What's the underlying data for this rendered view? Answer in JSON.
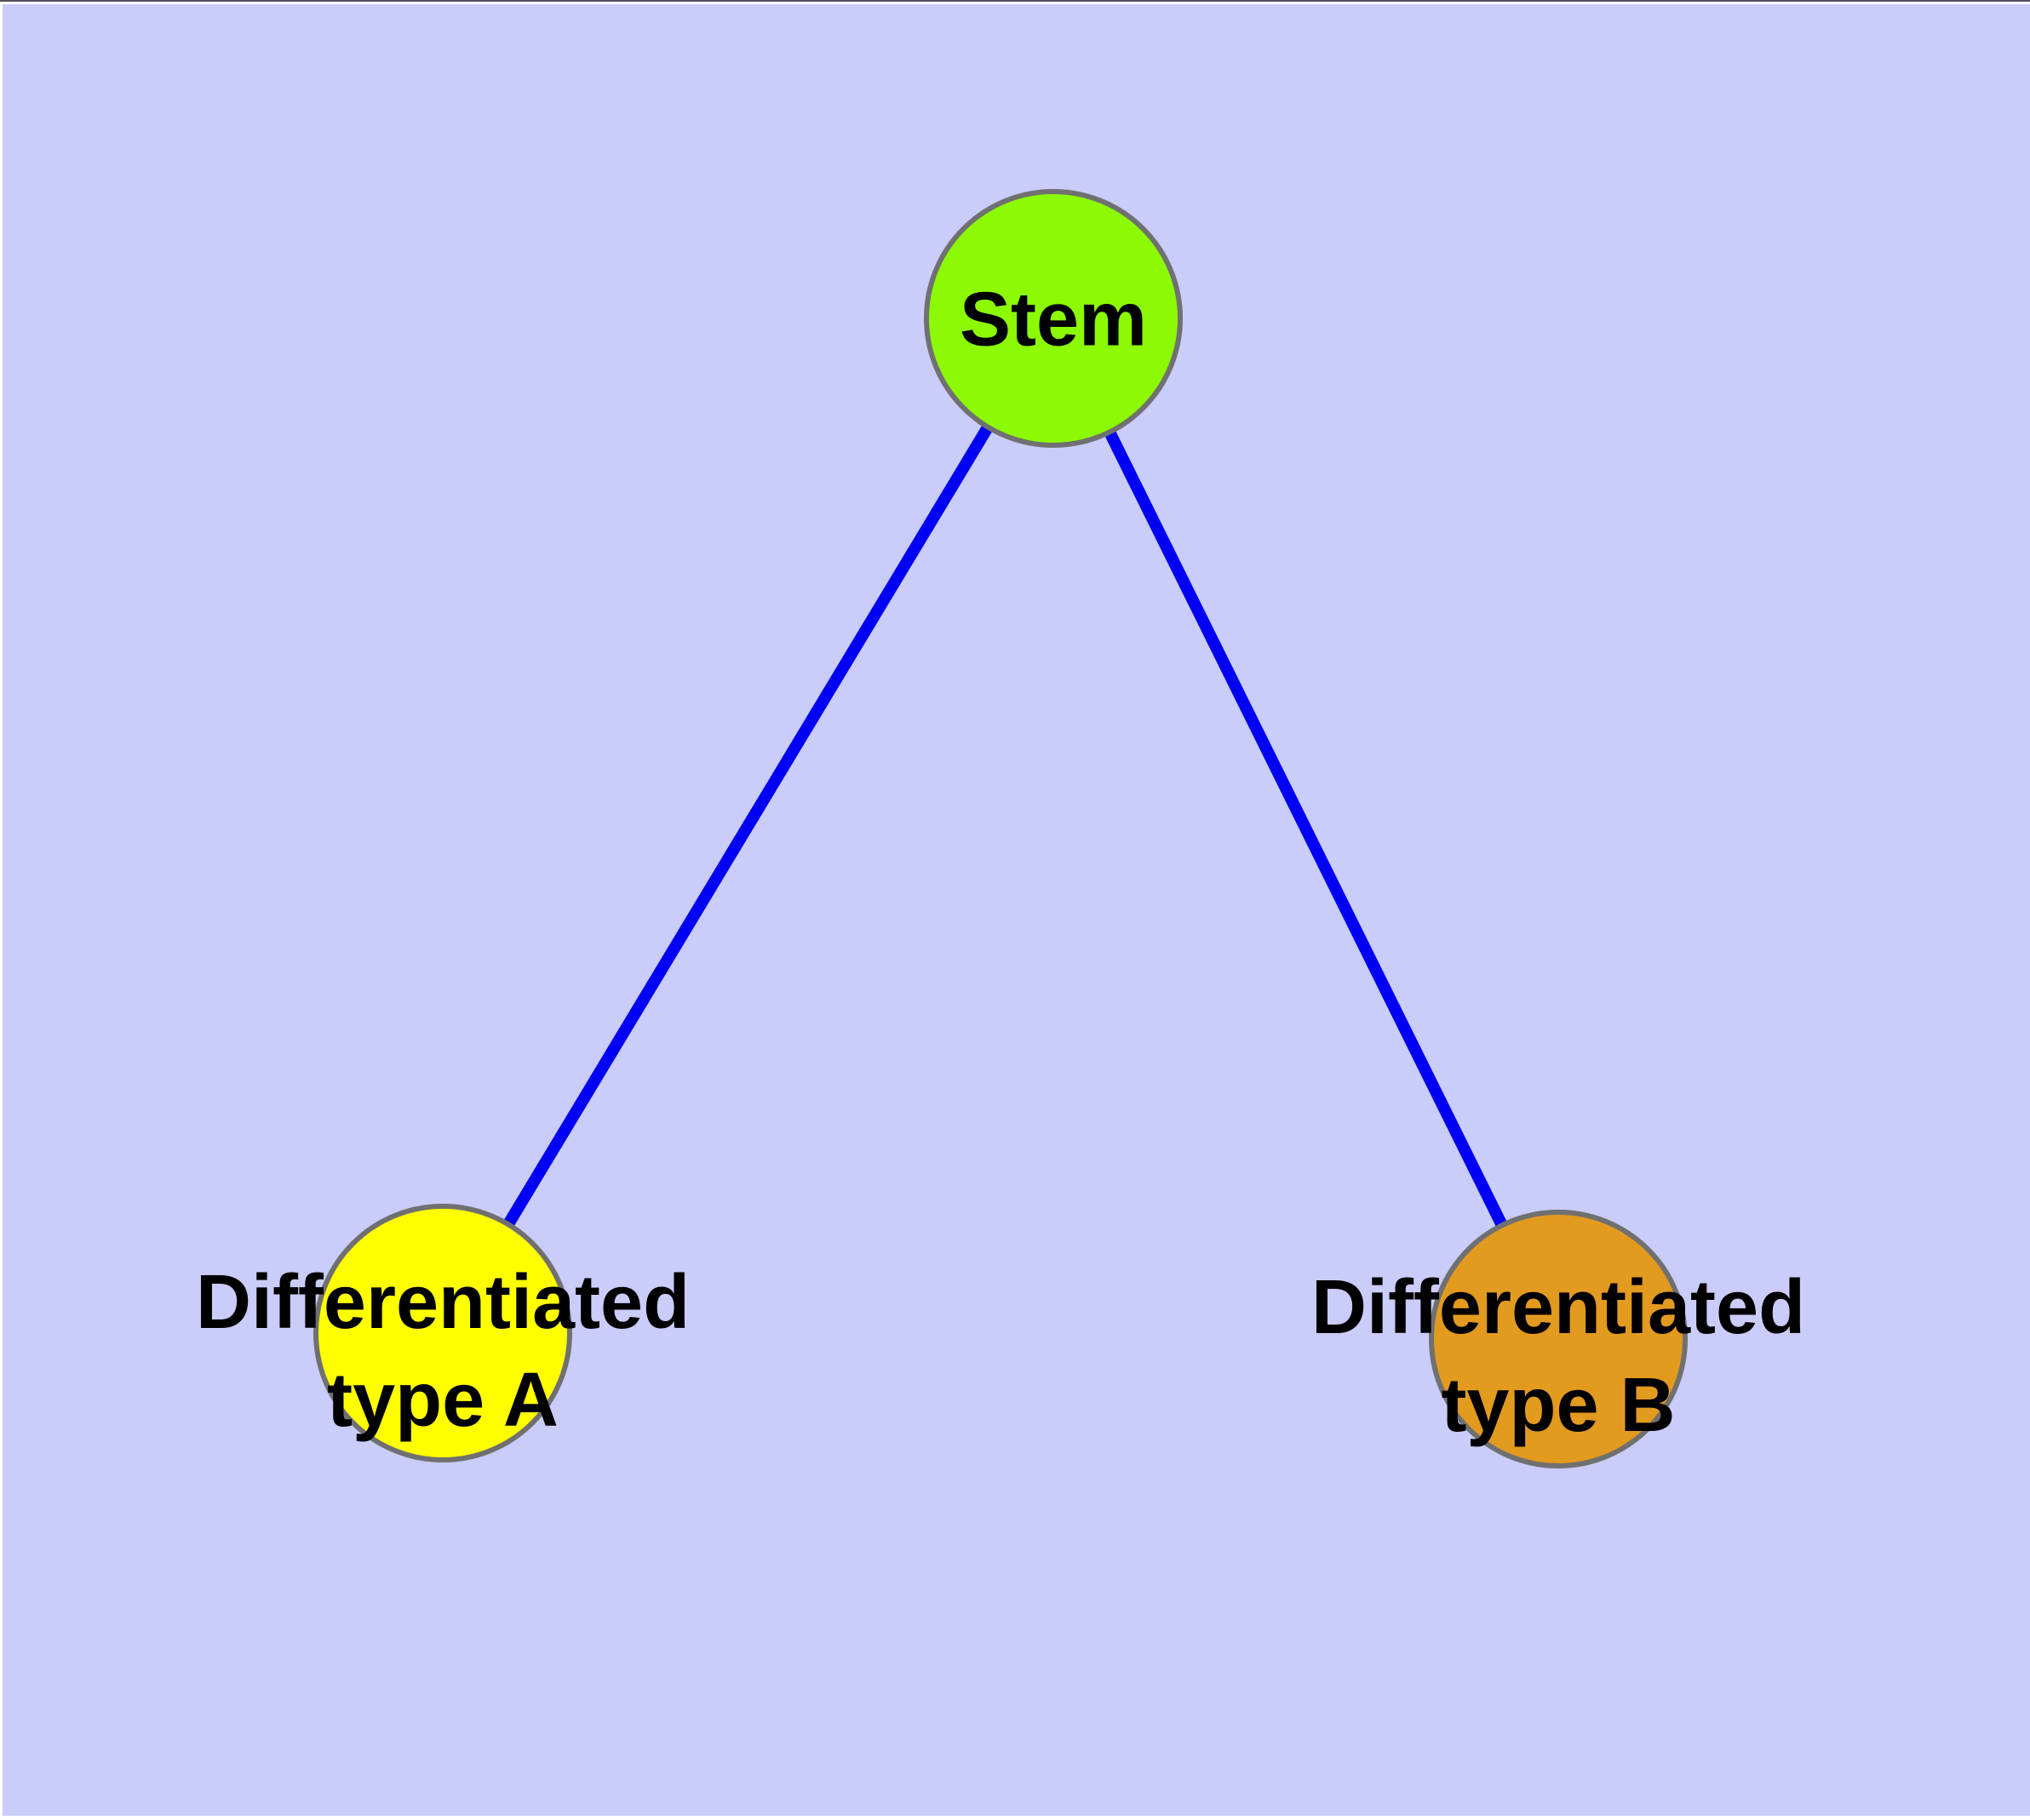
{
  "diagram": {
    "background_color": "#CACCFA",
    "top_edge_color": "#50505a",
    "margin_color": "#FFFFFF",
    "node_border_color": "#707070",
    "edge_color": "#0000F5",
    "label_color": "#000000",
    "nodes": [
      {
        "id": "stem",
        "lines": [
          "Stem"
        ],
        "fill": "#8CFA02",
        "border": "#707070"
      },
      {
        "id": "differentiated-type-a",
        "lines": [
          "Differentiated",
          "type A"
        ],
        "fill": "#FFFF00",
        "border": "#707070"
      },
      {
        "id": "differentiated-type-b",
        "lines": [
          "Differentiated",
          "type B"
        ],
        "fill": "#E29A1F",
        "border": "#707070"
      }
    ],
    "edges": [
      {
        "from": "Stem",
        "to": "Differentiated type A",
        "color": "#0000F5"
      },
      {
        "from": "Stem",
        "to": "Differentiated type B",
        "color": "#0000F5"
      }
    ]
  }
}
